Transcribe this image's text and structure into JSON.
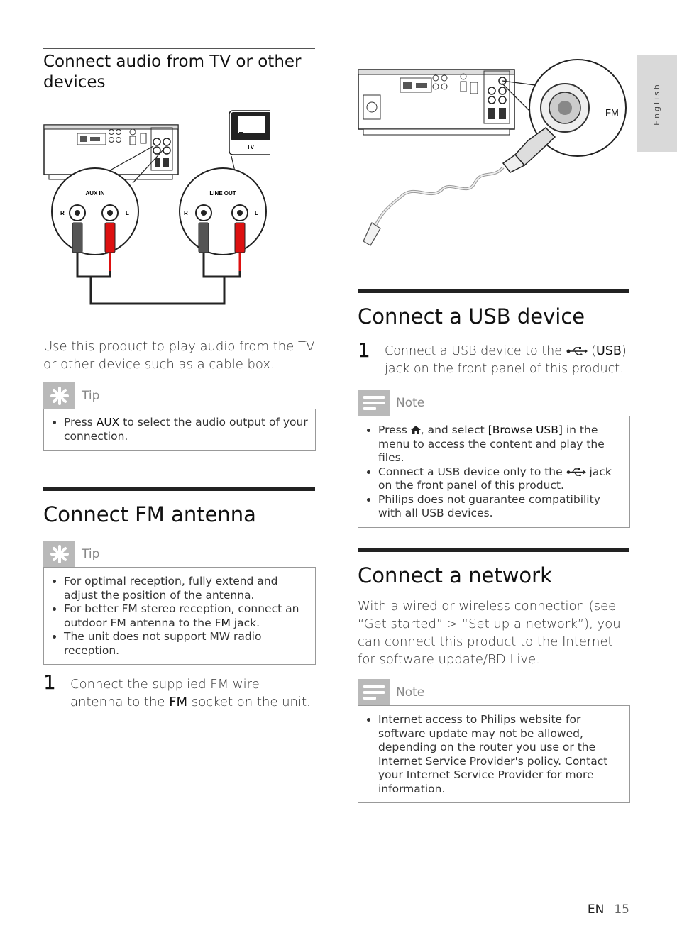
{
  "language_tab": "English",
  "left": {
    "aux_section": {
      "title": "Connect audio from TV or other devices",
      "diagram": {
        "tv_label": "TV",
        "aux_in": "AUX IN",
        "line_out": "LINE OUT",
        "r": "R",
        "l": "L"
      },
      "description": "Use this product to play audio from the TV or other device such as a cable box.",
      "tip": {
        "label": "Tip",
        "item_prefix": "Press ",
        "item_key": "AUX",
        "item_suffix": " to select the audio output of your connection."
      }
    },
    "fm_section": {
      "title": "Connect FM antenna",
      "tip": {
        "label": "Tip",
        "item1": "For optimal reception, fully extend and adjust the position of the antenna.",
        "item2_prefix": "For better FM stereo reception, connect an outdoor FM antenna to the ",
        "item2_key": "FM",
        "item2_suffix": " jack.",
        "item3": "The unit does not support MW radio reception."
      },
      "step": {
        "number": "1",
        "prefix": "Connect the supplied FM wire antenna to the ",
        "key": "FM",
        "suffix": " socket on the unit."
      }
    }
  },
  "right": {
    "diagram": {
      "fm_label": "FM"
    },
    "usb_section": {
      "title": "Connect a USB device",
      "step": {
        "number": "1",
        "prefix": "Connect a USB device to the ",
        "key_open": " (",
        "key": "USB",
        "suffix": ") jack on the front panel of this product."
      },
      "note": {
        "label": "Note",
        "item1_prefix": "Press ",
        "item1_mid": ", and select ",
        "item1_key": "[Browse USB]",
        "item1_suffix": " in the menu to access the content and play the files.",
        "item2_prefix": "Connect a USB device only to the ",
        "item2_suffix": " jack on the front panel of this product.",
        "item3": "Philips does not guarantee compatibility with all USB devices."
      }
    },
    "network_section": {
      "title": "Connect a network",
      "description": "With a wired or wireless connection (see “Get started” > “Set up a network”), you can connect this product to the Internet for software update/BD Live.",
      "note": {
        "label": "Note",
        "item1": "Internet access to Philips website for software update may not be allowed, depending on the router you use or the Internet Service Provider's policy. Contact your Internet Service Provider for more information."
      }
    }
  },
  "footer": {
    "lang": "EN",
    "page": "15"
  }
}
